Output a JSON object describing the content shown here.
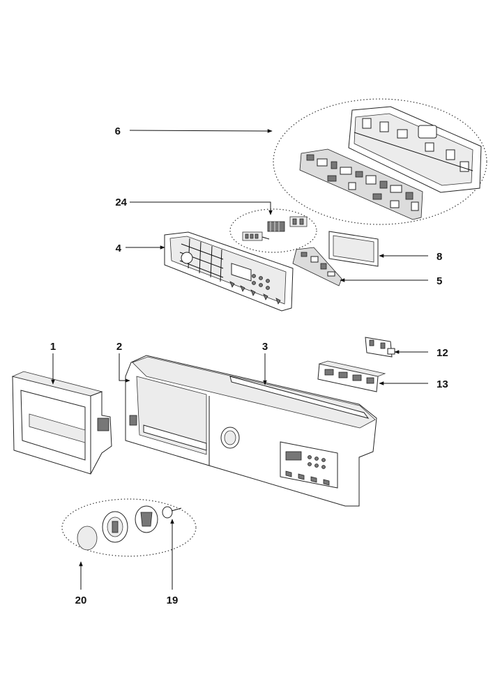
{
  "labels": {
    "p1": "1",
    "p2": "2",
    "p3": "3",
    "p4": "4",
    "p5": "5",
    "p6": "6",
    "p8": "8",
    "p12": "12",
    "p13": "13",
    "p19": "19",
    "p20": "20",
    "p24": "24"
  }
}
